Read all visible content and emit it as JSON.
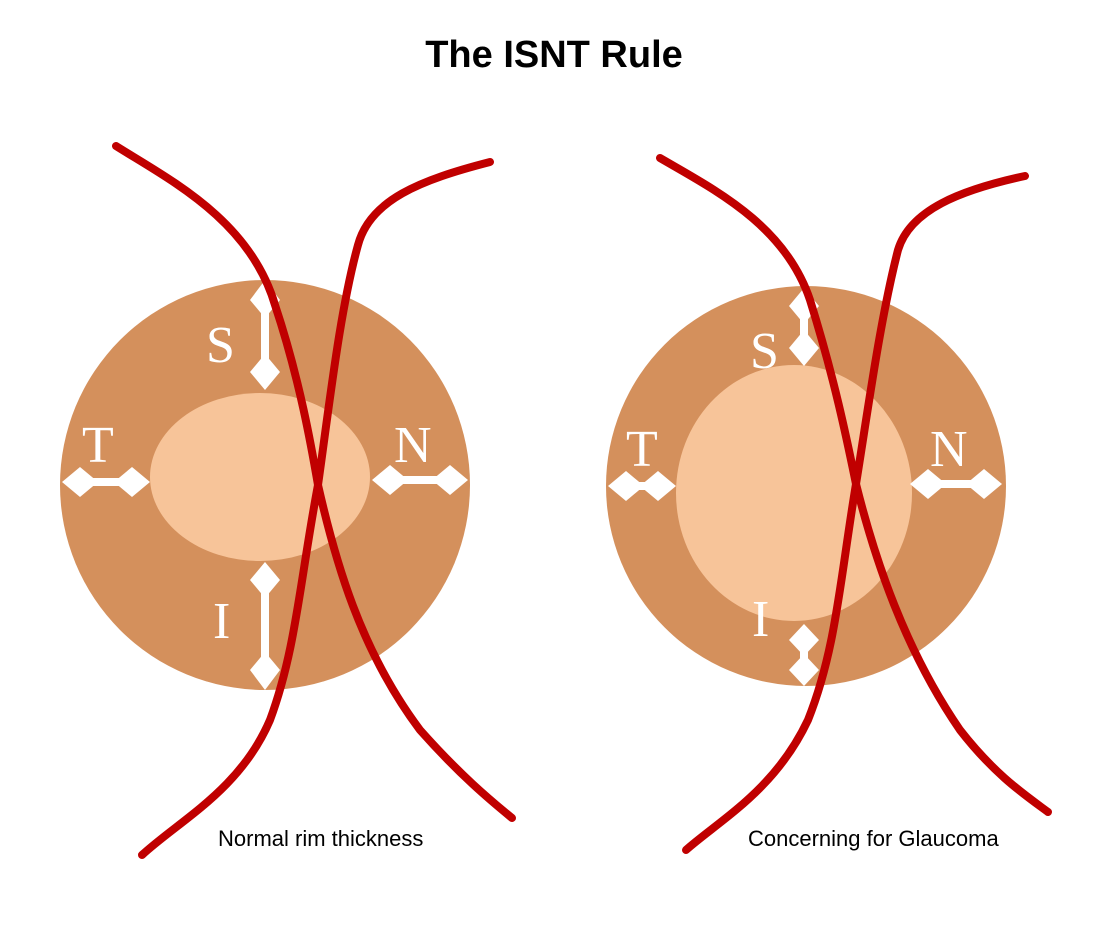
{
  "title": "The ISNT Rule",
  "colors": {
    "disc": "#d4905c",
    "cup": "#f7c499",
    "vessel": "#c00000",
    "arrow": "#ffffff"
  },
  "panels": [
    {
      "caption": "Normal rim thickness",
      "sectors": {
        "superior": "S",
        "inferior": "I",
        "nasal": "N",
        "temporal": "T"
      }
    },
    {
      "caption": "Concerning for Glaucoma",
      "sectors": {
        "superior": "S",
        "inferior": "I",
        "nasal": "N",
        "temporal": "T"
      }
    }
  ]
}
